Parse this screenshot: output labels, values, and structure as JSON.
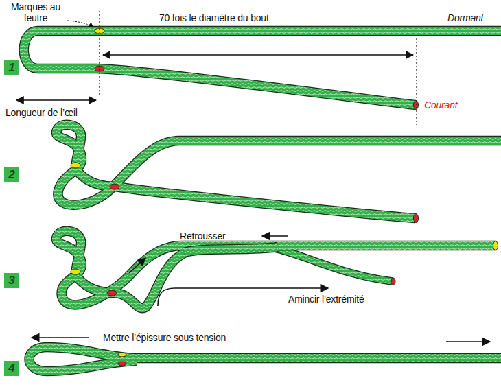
{
  "diagram": {
    "labels": [
      "Marques au feutre",
      "70 fois le diamètre du bout",
      "Dormant",
      "1",
      "Courant",
      "Longueur de l’œil",
      "2",
      "Retrousser",
      "3",
      "Amincir l’extrémité",
      "Mettre l’épissure sous tension",
      "4"
    ]
  }
}
